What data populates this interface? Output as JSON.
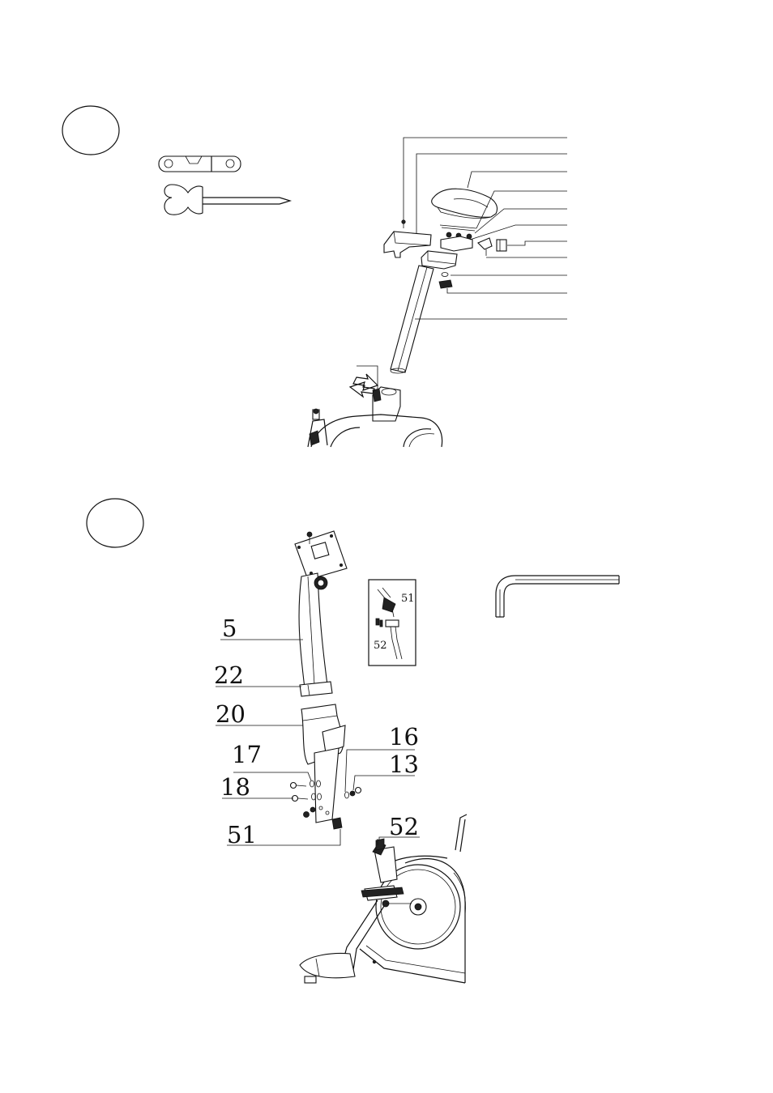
{
  "step2_part_labels": {
    "p5": "5",
    "p22": "22",
    "p20": "20",
    "p17": "17",
    "p18": "18",
    "p16": "16",
    "p13": "13",
    "p51": "51",
    "p52": "52"
  },
  "inset_labels": {
    "p51": "51",
    "p52": "52"
  }
}
